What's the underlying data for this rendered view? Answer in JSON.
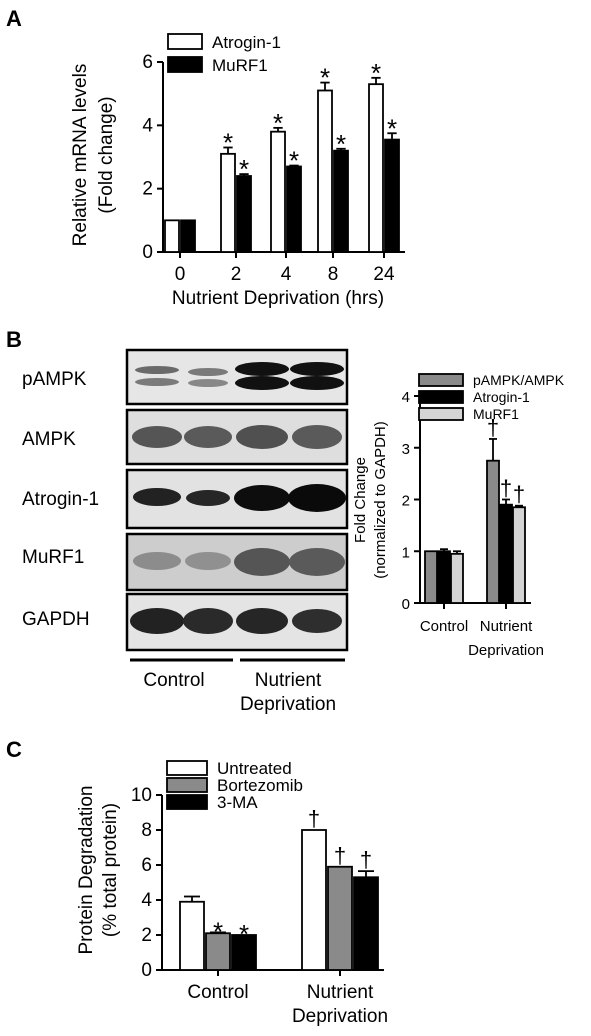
{
  "panels": {
    "a": {
      "letter": "A"
    },
    "b": {
      "letter": "B"
    },
    "c": {
      "letter": "C"
    }
  },
  "blot": {
    "rows": [
      "pAMPK",
      "AMPK",
      "Atrogin-1",
      "MuRF1",
      "GAPDH"
    ],
    "groups": [
      "Control",
      "Nutrient",
      "Deprivation"
    ]
  },
  "colors": {
    "white": "#ffffff",
    "black": "#000000",
    "dark_gray": "#8a8a8a",
    "light_gray": "#d4d4d4"
  },
  "chart_data": [
    {
      "id": "A",
      "type": "bar",
      "ylabel": [
        "Relative mRNA levels",
        "(Fold change)"
      ],
      "xlabel": "Nutrient Deprivation (hrs)",
      "categories": [
        "0",
        "2",
        "4",
        "8",
        "24"
      ],
      "yticks": [
        "0",
        "2",
        "4",
        "6"
      ],
      "ylim": [
        0,
        6
      ],
      "legend_position": "top-left",
      "series": [
        {
          "name": "Atrogin-1",
          "fill": "#ffffff",
          "values": [
            1.0,
            3.1,
            3.8,
            5.1,
            5.3
          ],
          "errors": [
            0,
            0.2,
            0.12,
            0.25,
            0.2
          ],
          "marks": [
            "",
            "*",
            "*",
            "*",
            "*"
          ]
        },
        {
          "name": "MuRF1",
          "fill": "#000000",
          "values": [
            1.0,
            2.4,
            2.7,
            3.2,
            3.55
          ],
          "errors": [
            0,
            0.06,
            0.03,
            0.06,
            0.2
          ],
          "marks": [
            "",
            "*",
            "*",
            "*",
            "*"
          ]
        }
      ]
    },
    {
      "id": "B",
      "type": "bar",
      "ylabel": [
        "Fold Change",
        "(normalized to GAPDH)"
      ],
      "categories": [
        [
          "Control"
        ],
        [
          "Nutrient",
          "Deprivation"
        ]
      ],
      "yticks": [
        "0",
        "1",
        "2",
        "3",
        "4"
      ],
      "ylim": [
        0,
        4
      ],
      "legend_position": "top",
      "series": [
        {
          "name": "pAMPK/AMPK",
          "fill": "#8a8a8a",
          "values": [
            1.0,
            2.75
          ],
          "errors": [
            0,
            0.42
          ],
          "marks": [
            "",
            "†"
          ]
        },
        {
          "name": "Atrogin-1",
          "fill": "#000000",
          "values": [
            1.0,
            1.9
          ],
          "errors": [
            0.04,
            0.1
          ],
          "marks": [
            "",
            "†"
          ]
        },
        {
          "name": "MuRF1",
          "fill": "#d4d4d4",
          "values": [
            0.95,
            1.85
          ],
          "errors": [
            0.05,
            0.03
          ],
          "marks": [
            "",
            "†"
          ]
        }
      ]
    },
    {
      "id": "C",
      "type": "bar",
      "ylabel": [
        "Protein Degradation",
        "(% total protein)"
      ],
      "categories": [
        [
          "Control"
        ],
        [
          "Nutrient",
          "Deprivation"
        ]
      ],
      "yticks": [
        "0",
        "2",
        "4",
        "6",
        "8",
        "10"
      ],
      "ylim": [
        0,
        10
      ],
      "legend_position": "top-left",
      "series": [
        {
          "name": "Untreated",
          "fill": "#ffffff",
          "values": [
            3.9,
            8.0
          ],
          "errors": [
            0.3,
            0
          ],
          "marks": [
            "",
            "†"
          ]
        },
        {
          "name": "Bortezomib",
          "fill": "#8a8a8a",
          "values": [
            2.1,
            5.9
          ],
          "errors": [
            0.05,
            0
          ],
          "marks": [
            "*",
            "†"
          ]
        },
        {
          "name": "3-MA",
          "fill": "#000000",
          "values": [
            2.0,
            5.3
          ],
          "errors": [
            0,
            0.35
          ],
          "marks": [
            "*",
            "†"
          ]
        }
      ]
    }
  ]
}
